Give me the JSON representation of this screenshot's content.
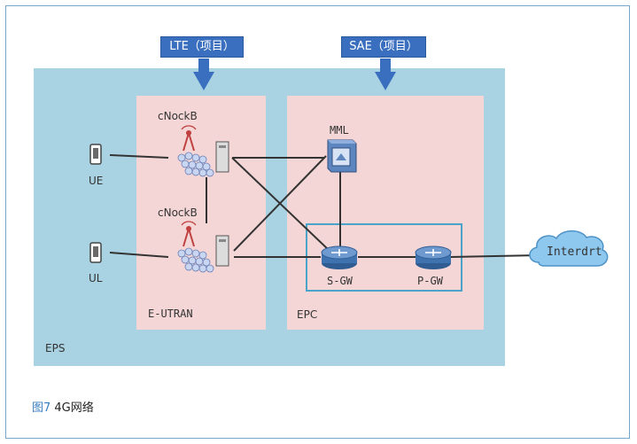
{
  "tags": {
    "lte": "LTE（项目）",
    "sae": "SAE（项目）"
  },
  "regions": {
    "eps": "EPS",
    "eutran": "E-UTRAN",
    "epc": "EPC"
  },
  "nodes": {
    "ue_top": "UE",
    "ue_bottom": "UL",
    "enb_top": "cNockB",
    "enb_bottom": "cNockB",
    "mml": "MML",
    "sgw": "S-GW",
    "pgw": "P-GW",
    "internet": "Interdrt"
  },
  "caption": {
    "number": "图7",
    "text": " 4G网络"
  },
  "colors": {
    "eps_bg": "#a9d3e2",
    "region_bg": "#f4d6d6",
    "tag_bg": "#3a6fc0",
    "gw_border": "#4aa3c8"
  }
}
